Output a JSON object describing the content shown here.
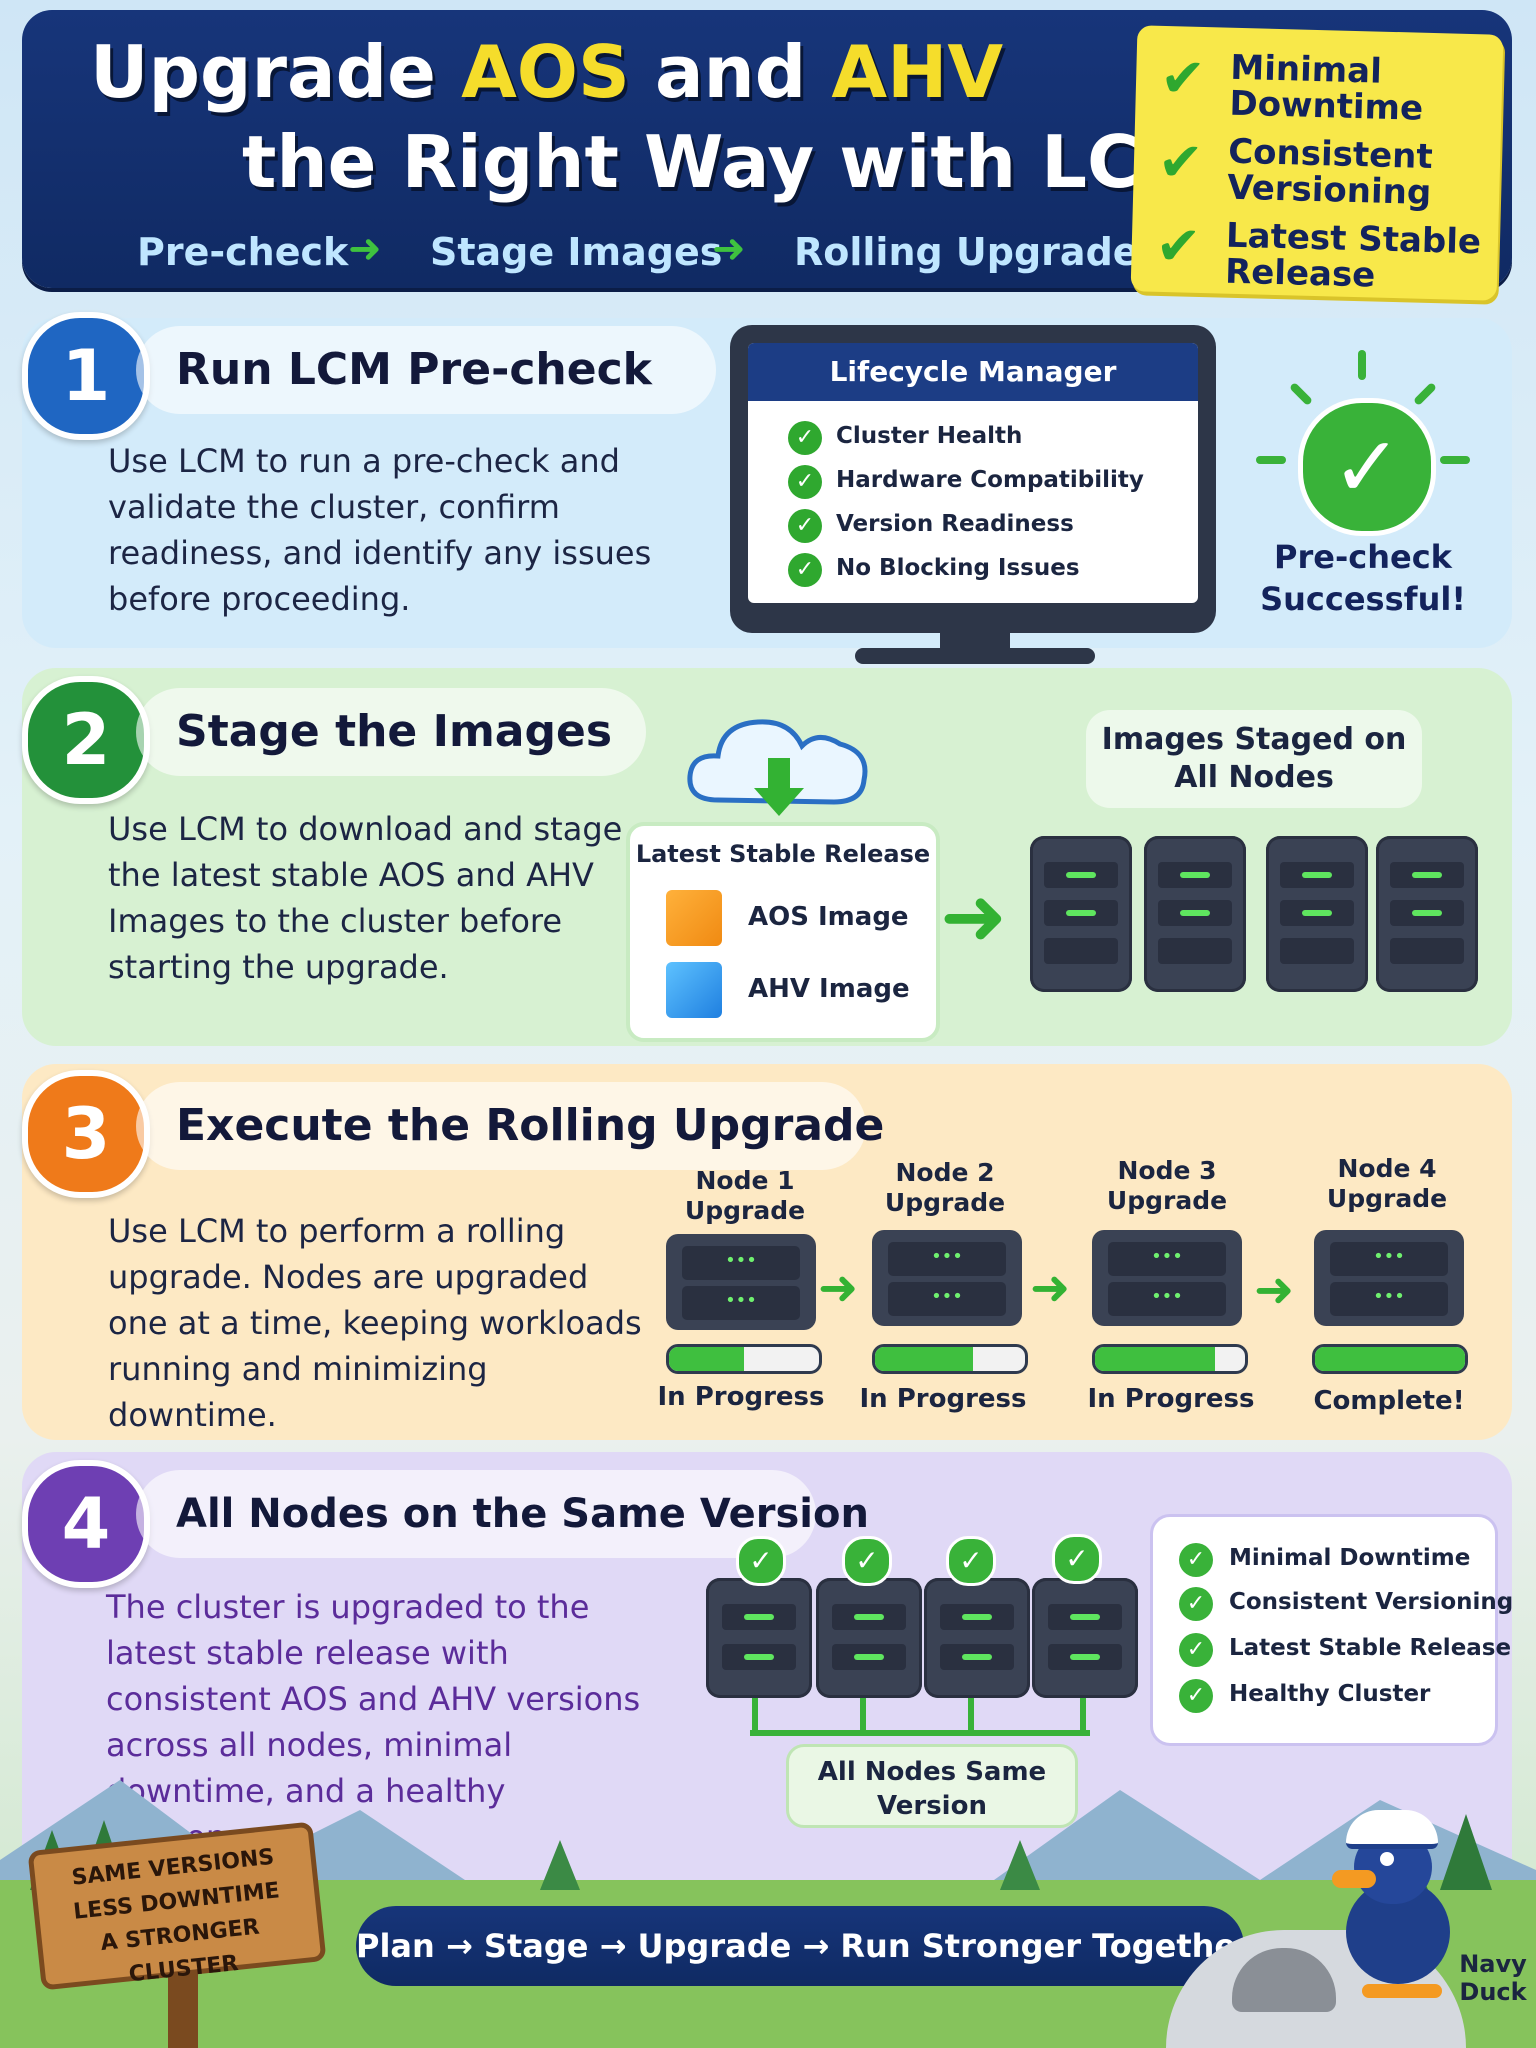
{
  "header": {
    "title_line1_a": "Upgrade ",
    "title_line1_b": "AOS",
    "title_line1_c": " and ",
    "title_line1_d": "AHV",
    "title_line2": "the Right Way with LCM",
    "flow": [
      "Pre-check",
      "Stage Images",
      "Rolling Upgrade"
    ],
    "arrow": "➜"
  },
  "note": {
    "items": [
      "Minimal Downtime",
      "Consistent Versioning",
      "Latest Stable Release"
    ],
    "check": "✔"
  },
  "section1": {
    "number": "1",
    "title": "Run LCM Pre-check",
    "description": "Use LCM to run a pre-check and validate the cluster, confirm readiness, and identify any issues before proceeding.",
    "monitor_title": "Lifecycle Manager",
    "checks": [
      "Cluster Health",
      "Hardware Compatibility",
      "Version Readiness",
      "No Blocking Issues"
    ],
    "status": "Pre-check Successful!"
  },
  "section2": {
    "number": "2",
    "title": "Stage the Images",
    "description": "Use LCM to download and stage the latest stable AOS and AHV Images to the cluster before starting the upgrade.",
    "release_title": "Latest Stable Release",
    "images": [
      "AOS Image",
      "AHV Image"
    ],
    "staged_label": "Images Staged on All Nodes"
  },
  "section3": {
    "number": "3",
    "title": "Execute the Rolling Upgrade",
    "description": "Use LCM to perform a rolling upgrade. Nodes are upgraded one at a time, keeping workloads running and minimizing downtime.",
    "nodes": [
      {
        "label": "Node 1 Upgrade",
        "status": "In Progress",
        "progress": 0.5
      },
      {
        "label": "Node 2 Upgrade",
        "status": "In Progress",
        "progress": 0.65
      },
      {
        "label": "Node 3 Upgrade",
        "status": "In Progress",
        "progress": 0.8
      },
      {
        "label": "Node 4 Upgrade",
        "status": "Complete!",
        "progress": 1.0
      }
    ]
  },
  "section4": {
    "number": "4",
    "title": "All Nodes on the Same Version",
    "description": "The cluster is upgraded to the latest stable release with consistent AOS and AHV versions across all nodes, minimal downtime, and a healthy environment.",
    "bus_label": "All Nodes Same Version",
    "benefits": [
      "Minimal Downtime",
      "Consistent Versioning",
      "Latest Stable Release",
      "Healthy Cluster"
    ]
  },
  "footer": {
    "sign": [
      "SAME VERSIONS",
      "LESS DOWNTIME",
      "A STRONGER CLUSTER"
    ],
    "bar_text": "Plan → Stage → Upgrade → Run Stronger Together",
    "mascot_label": "Navy Duck"
  },
  "colors": {
    "navy": "#17357a",
    "highlight_yellow": "#f5dd2b",
    "green": "#39b239",
    "step1_blue": "#1f66c2",
    "step2_green": "#23913a",
    "step3_orange": "#ef7a1a",
    "step4_purple": "#6e3fb3"
  }
}
